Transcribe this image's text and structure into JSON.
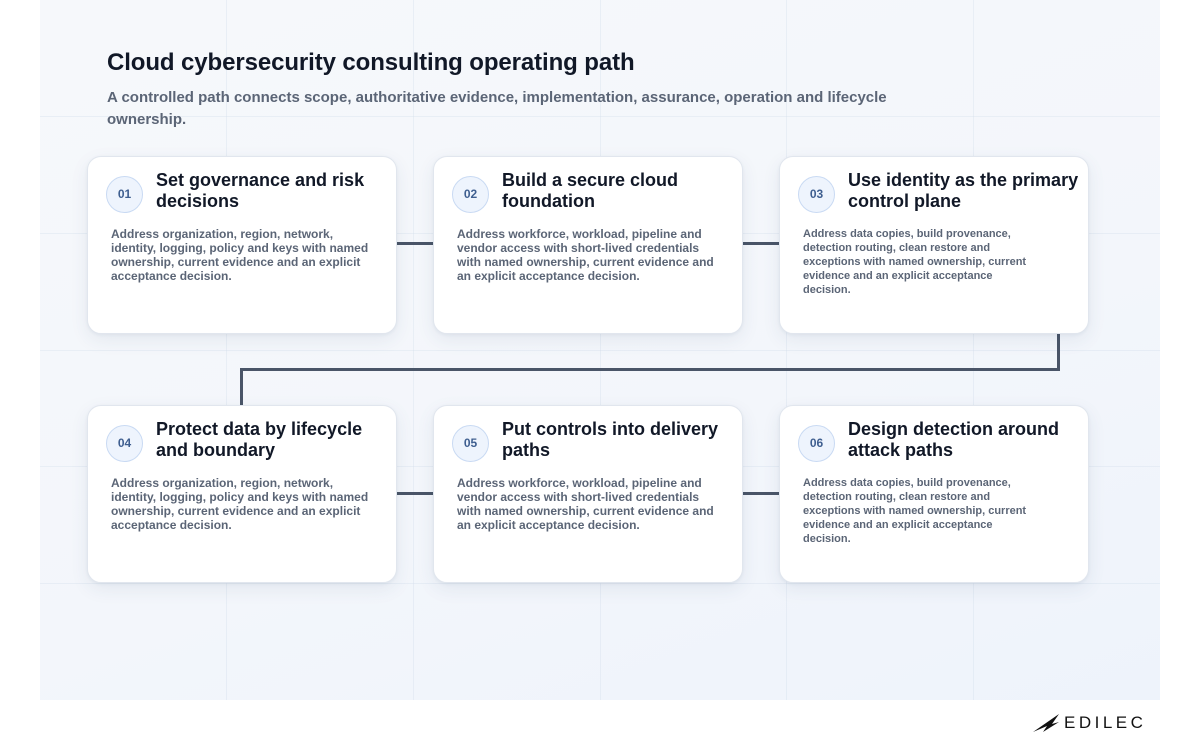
{
  "title": "Cloud cybersecurity consulting operating path",
  "subtitle": "A controlled path connects scope, authoritative evidence, implementation, assurance, operation and lifecycle ownership.",
  "steps": [
    {
      "number": "01",
      "title": "Set governance and risk decisions",
      "body": "Address organization, region, network, identity, logging, policy and keys with named ownership, current evidence and an explicit acceptance decision."
    },
    {
      "number": "02",
      "title": "Build a secure cloud foundation",
      "body": "Address workforce, workload, pipeline and vendor access with short-lived credentials with named ownership, current evidence and an explicit acceptance decision."
    },
    {
      "number": "03",
      "title": "Use identity as the primary control plane",
      "body": "Address data copies, build provenance, detection routing, clean restore and exceptions with named ownership, current evidence and an explicit acceptance decision."
    },
    {
      "number": "04",
      "title": "Protect data by lifecycle and boundary",
      "body": "Address organization, region, network, identity, logging, policy and keys with named ownership, current evidence and an explicit acceptance decision."
    },
    {
      "number": "05",
      "title": "Put controls into delivery paths",
      "body": "Address workforce, workload, pipeline and vendor access with short-lived credentials with named ownership, current evidence and an explicit acceptance decision."
    },
    {
      "number": "06",
      "title": "Design detection around attack paths",
      "body": "Address data copies, build provenance, detection routing, clean restore and exceptions with named ownership, current evidence and an explicit acceptance decision."
    }
  ],
  "logo": {
    "text": "EDILEC",
    "icon": "edilec-logo-icon"
  },
  "colors": {
    "connector": "#4a5568",
    "title": "#111827",
    "body": "#5b6576",
    "badge_fill": "#eef4fd",
    "badge_border": "#c9daf3",
    "badge_text": "#3f5f90"
  }
}
